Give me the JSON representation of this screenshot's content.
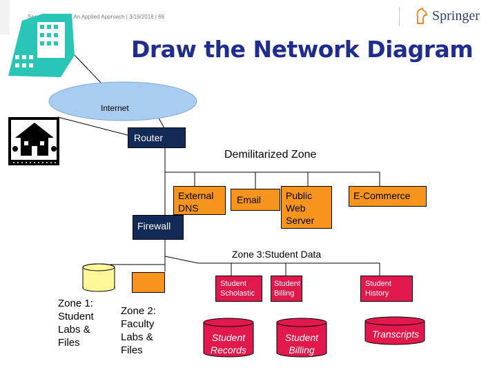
{
  "header": {
    "citation": "Security Planning: An Applied Approach | 3/19/2018 | 66",
    "publisher": "Springer",
    "publisher_logo_icon": "springer-horse-icon"
  },
  "slide": {
    "title": "Draw the Network Diagram"
  },
  "diagram": {
    "internet": "Internet",
    "router": "Router",
    "dmz": "Demilitarized Zone",
    "external_dns": "External DNS",
    "email": "Email",
    "public_web_server": "Public Web Server",
    "ecommerce": "E-Commerce",
    "firewall": "Firewall",
    "zone3": "Zone 3:Student Data",
    "student_scholastic": "Student Scholastic",
    "student_billing": "Student Billing",
    "student_history": "Student History",
    "student_records_db": "Student Records",
    "student_billing_db": "Student Billing",
    "transcripts_db": "Transcripts",
    "zone1": "Zone 1: Student Labs & Files",
    "zone2": "Zone 2: Faculty Labs & Files"
  },
  "colors": {
    "title": "#1f2d8c",
    "navy": "#122a55",
    "orange": "#f7941d",
    "crimson": "#e0184b",
    "yellow": "#fff799",
    "internet_cloud": "#a9cdf1",
    "building_teal": "#29c5b7"
  },
  "icons": [
    "city-building-icon",
    "house-icon",
    "springer-horse-icon"
  ]
}
